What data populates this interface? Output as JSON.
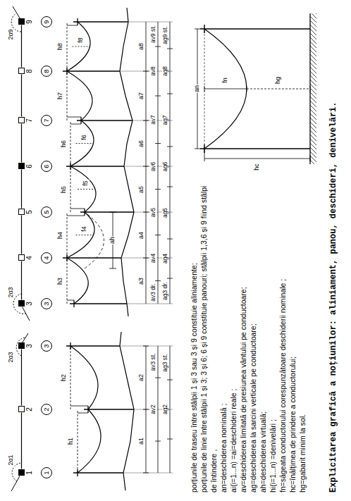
{
  "diagram": {
    "caption": "Explicitarea grafică a noțiunilor: aliniament, panou, deschideri, denivelări.",
    "nodes": [
      {
        "text": [
          "1"
        ]
      },
      {
        "text": [
          "2"
        ]
      },
      {
        "text": [
          "3"
        ]
      },
      {
        "text": [
          "1"
        ]
      },
      {
        "text": [
          "2"
        ]
      },
      {
        "text": [
          "3"
        ]
      },
      {
        "text": [
          "3"
        ]
      },
      {
        "text": [
          "4"
        ]
      },
      {
        "text": [
          "5"
        ]
      },
      {
        "text": [
          "6"
        ]
      },
      {
        "text": [
          "7"
        ]
      },
      {
        "text": [
          "8"
        ]
      },
      {
        "text": [
          "9"
        ]
      },
      {
        "text": [
          "3"
        ]
      },
      {
        "text": [
          "4"
        ]
      },
      {
        "text": [
          "5"
        ]
      },
      {
        "text": [
          "6"
        ]
      },
      {
        "text": [
          "7"
        ]
      },
      {
        "text": [
          "8"
        ]
      },
      {
        "text": [
          "9"
        ]
      }
    ],
    "edges": [
      {
        "from": 0,
        "to": 1,
        "arrow": "none"
      },
      {
        "from": 1,
        "to": 2,
        "arrow": "none"
      },
      {
        "from": 6,
        "to": 7,
        "arrow": "none"
      },
      {
        "from": 7,
        "to": 8,
        "arrow": "none"
      },
      {
        "from": 8,
        "to": 9,
        "arrow": "none"
      },
      {
        "from": 9,
        "to": 10,
        "arrow": "none"
      },
      {
        "from": 10,
        "to": 11,
        "arrow": "none"
      },
      {
        "from": 11,
        "to": 12,
        "arrow": "none"
      }
    ],
    "labels": [
      "2α1",
      "2α3",
      "h1",
      "h2",
      "a1",
      "a2",
      "av2",
      "av3 st.",
      "ag2",
      "ag3 st.",
      "2α3",
      "2α9",
      "h3",
      "h4",
      "h5",
      "h6",
      "h7",
      "h8",
      "f4",
      "f5",
      "f6",
      "f8",
      "ah",
      "a3",
      "a4",
      "a5",
      "a6",
      "a7",
      "a8",
      "av3 dr.",
      "av4",
      "av5",
      "av6",
      "av7",
      "av8",
      "av9 st.",
      "ag3 dr.",
      "ag4",
      "ag5",
      "ag6",
      "ag7",
      "ag8",
      "ag9 st.",
      "an",
      "fn",
      "hg",
      "hc",
      "porțiunile de traseu între stâlpii 1 și 3 sau 3 și 9 constituie aliniamente;",
      "porțiunile de linie între stâlpii 1 și 3; 3 și 6; 6 și 9 constituie panouri; stâlpii 1,3,6 și 9 fiind stâlpi de întindere ,",
      "an=deschiderea nominală ;",
      "ai(i=1...n) =ai=deschideri reale ;",
      "av=deschiderea limitată de presiunea vântului pe conductoare;",
      "ag=deschiderea la sarcini verticale pe conductoare;",
      "ah=deschiderea virtuală;",
      "hi(i=1...n) =denivelări ;",
      "fn=săgeata conductorului corespunzătoare deschiderii nominale ;",
      "hc=înălțimea de prindere a conductorului;",
      "hg=gabarit minim la sol."
    ]
  }
}
